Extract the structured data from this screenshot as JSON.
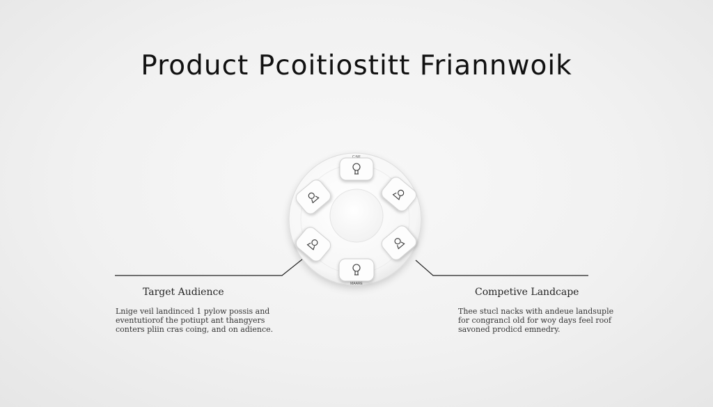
{
  "title": "Product Pcoitiostitt Friannwoik",
  "diagram": {
    "hub_labels": {
      "top": "C:NE",
      "bottom": "MAARE"
    },
    "icons": [
      "lightbulb-icon",
      "chess-piece-icon",
      "chess-piece-icon",
      "chess-piece-icon",
      "chess-piece-icon",
      "lightbulb-icon"
    ]
  },
  "left_panel": {
    "title": "Target Audience",
    "lines": [
      "Lnige veil landinced 1 pylow possis and",
      "eventutiorof the potiupt ant thangyers",
      "conters pliin cras coing, and on adience."
    ]
  },
  "right_panel": {
    "title": "Competive Landcape",
    "lines": [
      "Thee stucl nacks with andeue landsuple",
      "for congrancl old for woy days feel roof",
      "savoned prodicd emnedry."
    ]
  }
}
